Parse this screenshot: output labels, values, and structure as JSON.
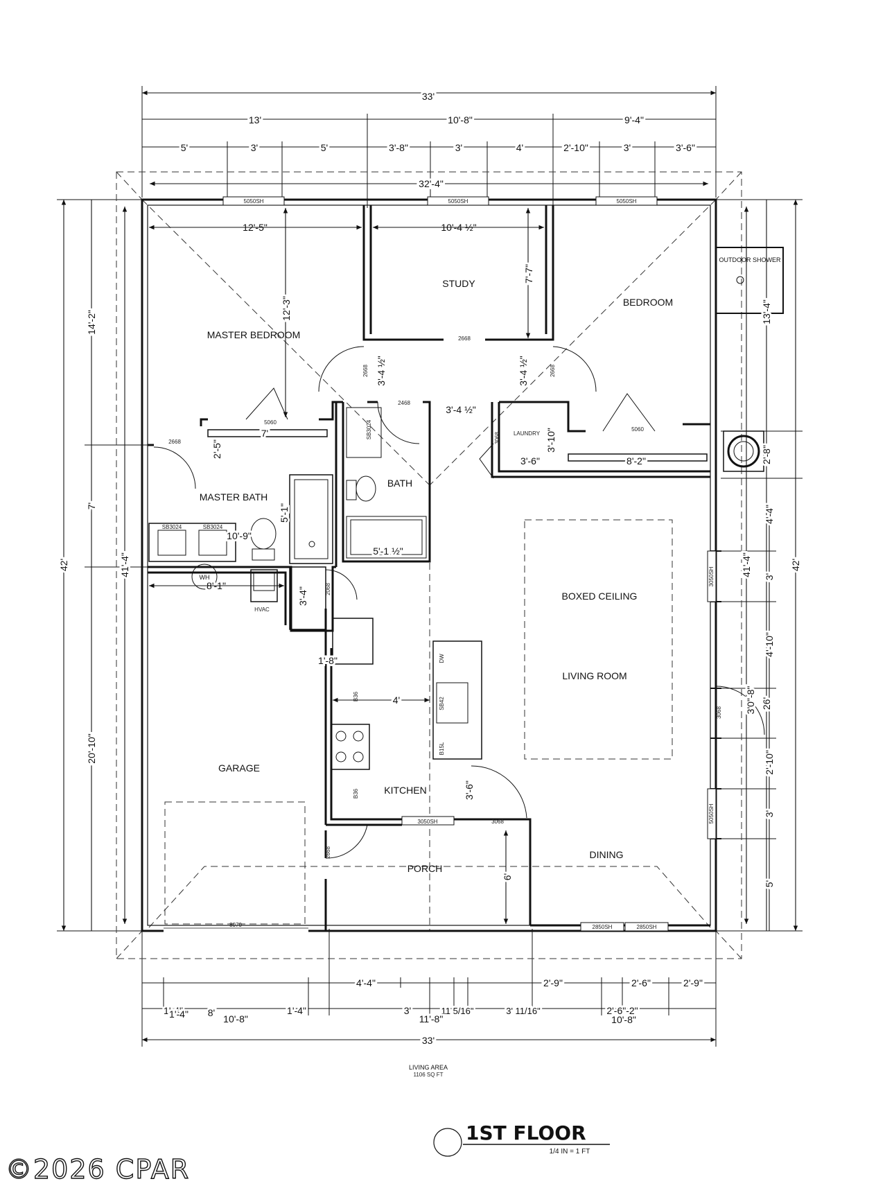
{
  "rooms": {
    "study": "STUDY",
    "bedroom": "BEDROOM",
    "master_bedroom": "MASTER BEDROOM",
    "master_bath": "MASTER BATH",
    "bath": "BATH",
    "laundry": "LAUNDRY",
    "outdoor_shower": "OUTDOOR SHOWER",
    "boxed_ceiling": "BOXED CEILING",
    "living_room": "LIVING ROOM",
    "garage": "GARAGE",
    "kitchen": "KITCHEN",
    "porch": "PORCH",
    "dining": "DINING",
    "hvac": "HVAC",
    "wh": "WH"
  },
  "dims": {
    "top_overall": "33'",
    "top_seg_a": "13'",
    "top_seg_b": "10'-8\"",
    "top_seg_c": "9'-4\"",
    "top_w1": "5'",
    "top_w2": "3'",
    "top_w3": "5'",
    "top_w4": "3'-8\"",
    "top_w5": "3'",
    "top_w6": "4'",
    "top_w7": "2'-10\"",
    "top_w8": "3'",
    "top_w9": "3'-6\"",
    "top_interior": "32'-4\"",
    "master_width": "12'-5\"",
    "study_width": "10'-4 ½\"",
    "study_depth": "7'-7\"",
    "master_depth": "12'-3\"",
    "hall_left": "3'-4 ½\"",
    "hall_right": "3'-4 ½\"",
    "hall_width": "3'-4 ½\"",
    "closet_width": "7'",
    "closet_depth": "2'-5\"",
    "laundry_depth": "3'-10\"",
    "laundry_width": "3'-6\"",
    "closet2_width": "8'-2\"",
    "shower_len": "5'-1\"",
    "tub_len": "5'-1 ½\"",
    "vanity": "10'-9\"",
    "garage_top": "8'-1\"",
    "hvac_closet": "3'-4\"",
    "pantry": "1'-8\"",
    "kitchen_aisle": "4'",
    "island_gap": "3'-6\"",
    "porch_depth": "6'",
    "left_overall": "42'",
    "left_inner": "41'-4\"",
    "left_a": "14'-2\"",
    "left_b": "7'",
    "left_c": "20'-10\"",
    "right_overall": "42'",
    "right_inner": "41'-4\"",
    "right_a": "13'-4\"",
    "right_b": "2'-8\"",
    "right_c": "26'",
    "right_d1": "4'-4\"",
    "right_d2": "3'",
    "right_d3": "4'-10\"",
    "right_d4": "3'0\"-8\"",
    "right_d5": "2'-10\"",
    "right_d6": "3'",
    "right_d7": "5'",
    "bot1_a": "1'-4\"",
    "bot1_b": "4'-4\"",
    "bot1_c": "2'-9\"",
    "bot1_d": "2'-6\"",
    "bot1_e": "2'-9\"",
    "bot2_a": "1'-4\"",
    "bot2_b": "8'",
    "bot2_c": "1'-4\"",
    "bot2_d": "3'",
    "bot2_e": "11 5/16\"",
    "bot2_f": "3' 11/16\"",
    "bot2_g": "2'-6\"-2\"",
    "bot3_a": "10'-8\"",
    "bot3_b": "11'-8\"",
    "bot3_c": "10'-8\"",
    "bottom_overall": "33'"
  },
  "tags": {
    "w_top1": "5050SH",
    "w_top2": "5050SH",
    "w_top3": "5050SH",
    "door_study": "2668",
    "door_ml": "2668",
    "door_mr": "2668",
    "door_bath": "2468",
    "door_mbath": "2668",
    "closet_l": "5060",
    "closet_r": "5060",
    "laundry_door": "3068",
    "sink_top": "SB3024",
    "sink_v1": "SB3024",
    "sink_v2": "SB3024",
    "hvac_door": "2068",
    "dw": "DW",
    "sink_k": "SB42",
    "base1": "B36",
    "base2": "B36",
    "base3": "B15L",
    "win_r1": "3050SH",
    "win_r2": "5050SH",
    "door_r": "3068",
    "win_k": "3050SH",
    "door_porch": "3068",
    "door_garage": "2668",
    "garage_door": "8070",
    "win_b1": "2850SH",
    "win_b2": "2850SH"
  },
  "footer": {
    "living_area": "LIVING AREA",
    "living_sqft": "1106 SQ FT",
    "title": "1ST FLOOR",
    "scale": "1/4 IN = 1 FT",
    "watermark": "©2026 CPAR"
  }
}
